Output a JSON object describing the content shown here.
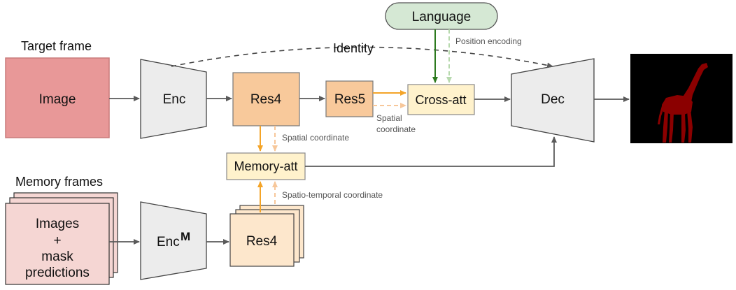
{
  "labels": {
    "target_frame": "Target frame",
    "memory_frames": "Memory frames",
    "image": "Image",
    "images_mask": [
      "Images",
      "+",
      "mask",
      "predictions"
    ],
    "enc": "Enc",
    "enc_m": "Enc",
    "enc_m_sup": "M",
    "res4_target": "Res4",
    "res5": "Res5",
    "res4_memory": "Res4",
    "cross_att": "Cross-att",
    "memory_att": "Memory-att",
    "dec": "Dec",
    "language": "Language",
    "identity": "Identity",
    "position_encoding": "Position encoding",
    "spatial_coordinate_a": "Spatial coordinate",
    "spatial_coordinate_b": [
      "Spatial",
      "coordinate"
    ],
    "spatio_temporal": "Spatio-temporal coordinate"
  },
  "colors": {
    "image_fill": "#e89898",
    "image_stroke": "#c97a7a",
    "memory_fill": "#f5d6d3",
    "res_fill": "#f8c99b",
    "res_light": "#fde7cc",
    "cross_fill": "#fff2cc",
    "language_fill": "#d5e8d4",
    "trapezoid_fill": "#ececec",
    "arrow_gray": "#5a5a5a",
    "arrow_orange": "#f4a428",
    "arrow_orange_light": "#f7c79a",
    "arrow_green": "#2d7a1f",
    "arrow_green_light": "#b7d9ae",
    "mask_red": "#8b0000"
  },
  "output_mask": "giraffe-silhouette"
}
